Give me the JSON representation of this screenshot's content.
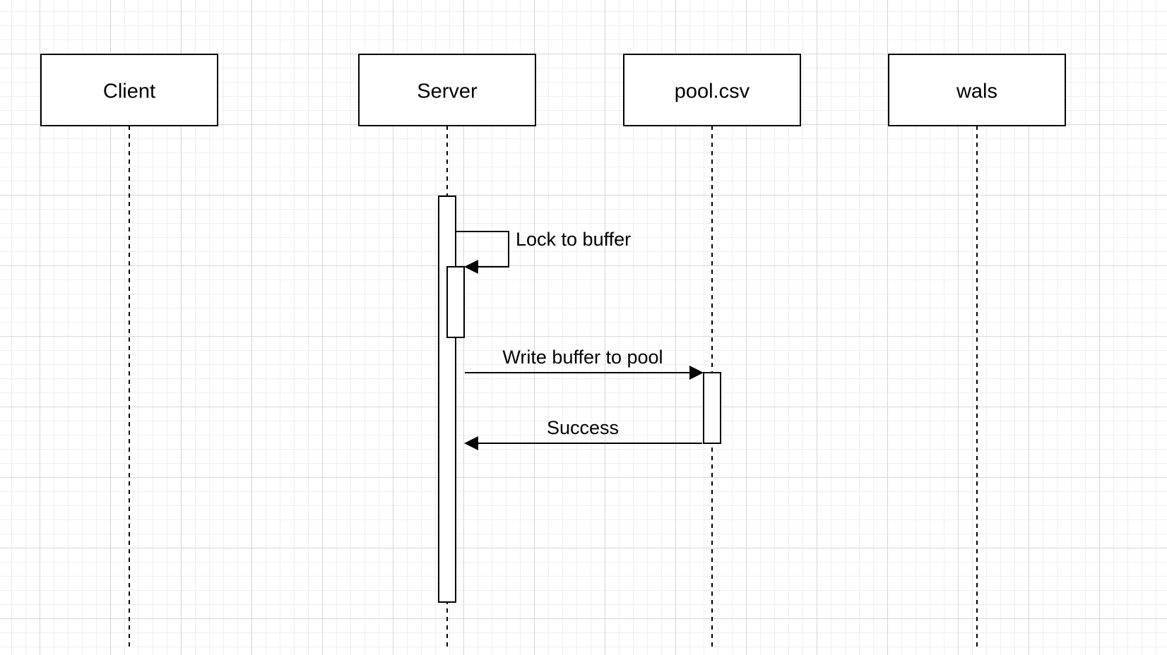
{
  "diagram": {
    "type": "sequence",
    "participants": [
      {
        "id": "client",
        "label": "Client"
      },
      {
        "id": "server",
        "label": "Server"
      },
      {
        "id": "pool",
        "label": "pool.csv"
      },
      {
        "id": "wals",
        "label": "wals"
      }
    ],
    "messages": [
      {
        "id": "lock",
        "from": "server",
        "to": "server",
        "label": "Lock to buffer",
        "kind": "self"
      },
      {
        "id": "write",
        "from": "server",
        "to": "pool",
        "label": "Write buffer to pool",
        "kind": "call"
      },
      {
        "id": "success",
        "from": "pool",
        "to": "server",
        "label": "Success",
        "kind": "return"
      }
    ]
  },
  "colors": {
    "line": "#000000",
    "box_fill": "#ffffff",
    "grid_major": "#d6d6d6",
    "grid_minor": "#efefef"
  }
}
